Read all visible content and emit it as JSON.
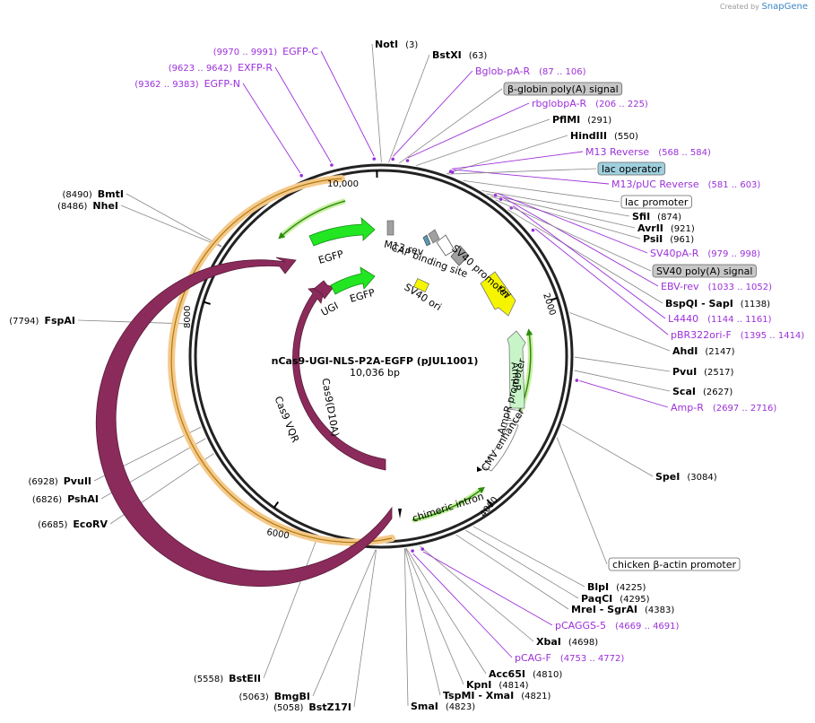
{
  "credit": {
    "prefix": "Created by",
    "brand": "SnapGene"
  },
  "plasmid": {
    "name": "nCas9-UGI-NLS-P2A-EGFP (pJUL1001)",
    "size_label": "10,036 bp",
    "length": 10036
  },
  "colors": {
    "cas9": "#8b2b5b",
    "egfp": "#22e622",
    "ori": "#f5f500",
    "ampr": "#c8f5c8",
    "primer": "#9b30d9",
    "grey": "#a0a0a0",
    "orange_band": "#f5c98a",
    "green_arrow": "#2e8b12"
  },
  "ticks": [
    {
      "label": "2000",
      "pos": 2000
    },
    {
      "label": "4000",
      "pos": 4000
    },
    {
      "label": "6000",
      "pos": 6000
    },
    {
      "label": "8000",
      "pos": 8000
    },
    {
      "label": "10,000",
      "pos": 10000
    }
  ],
  "enzymes": [
    {
      "name": "NotI",
      "pos_label": "(3)",
      "pos": 3
    },
    {
      "name": "BstXI",
      "pos_label": "(63)",
      "pos": 63
    },
    {
      "name": "PflMI",
      "pos_label": "(291)",
      "pos": 291
    },
    {
      "name": "HindIII",
      "pos_label": "(550)",
      "pos": 550
    },
    {
      "name": "SfiI",
      "pos_label": "(874)",
      "pos": 874
    },
    {
      "name": "AvrII",
      "pos_label": "(921)",
      "pos": 921
    },
    {
      "name": "PsiI",
      "pos_label": "(961)",
      "pos": 961
    },
    {
      "name": "BspQI - SapI",
      "pos_label": "(1138)",
      "pos": 1138
    },
    {
      "name": "AhdI",
      "pos_label": "(2147)",
      "pos": 2147
    },
    {
      "name": "PvuI",
      "pos_label": "(2517)",
      "pos": 2517
    },
    {
      "name": "ScaI",
      "pos_label": "(2627)",
      "pos": 2627
    },
    {
      "name": "SpeI",
      "pos_label": "(3084)",
      "pos": 3084
    },
    {
      "name": "BlpI",
      "pos_label": "(4225)",
      "pos": 4225
    },
    {
      "name": "PaqCI",
      "pos_label": "(4295)",
      "pos": 4295
    },
    {
      "name": "MreI - SgrAI",
      "pos_label": "(4383)",
      "pos": 4383
    },
    {
      "name": "XbaI",
      "pos_label": "(4698)",
      "pos": 4698
    },
    {
      "name": "Acc65I",
      "pos_label": "(4810)",
      "pos": 4810
    },
    {
      "name": "KpnI",
      "pos_label": "(4814)",
      "pos": 4814
    },
    {
      "name": "TspMI - XmaI",
      "pos_label": "(4821)",
      "pos": 4821
    },
    {
      "name": "SmaI",
      "pos_label": "(4823)",
      "pos": 4823
    },
    {
      "name": "BstZ17I",
      "pos_label": "(5058)",
      "pos": 5058
    },
    {
      "name": "BmgBI",
      "pos_label": "(5063)",
      "pos": 5063
    },
    {
      "name": "BstEII",
      "pos_label": "(5558)",
      "pos": 5558
    },
    {
      "name": "EcoRV",
      "pos_label": "(6685)",
      "pos": 6685
    },
    {
      "name": "PshAI",
      "pos_label": "(6826)",
      "pos": 6826
    },
    {
      "name": "PvuII",
      "pos_label": "(6928)",
      "pos": 6928
    },
    {
      "name": "FspAI",
      "pos_label": "(7794)",
      "pos": 7794
    },
    {
      "name": "NheI",
      "pos_label": "(8486)",
      "pos": 8486
    },
    {
      "name": "BmtI",
      "pos_label": "(8490)",
      "pos": 8490
    }
  ],
  "primers": [
    {
      "name": "EGFP-C",
      "range": "(9970 .. 9991)",
      "pos": 9980
    },
    {
      "name": "EXFP-R",
      "range": "(9623 .. 9642)",
      "pos": 9632
    },
    {
      "name": "EGFP-N",
      "range": "(9362 .. 9383)",
      "pos": 9372
    },
    {
      "name": "Bglob-pA-R",
      "range": "(87 .. 106)",
      "pos": 96
    },
    {
      "name": "rbglobpA-R",
      "range": "(206 .. 225)",
      "pos": 215
    },
    {
      "name": "M13 Reverse",
      "range": "(568 .. 584)",
      "pos": 576
    },
    {
      "name": "M13/pUC Reverse",
      "range": "(581 .. 603)",
      "pos": 592
    },
    {
      "name": "SV40pA-R",
      "range": "(979 .. 998)",
      "pos": 988
    },
    {
      "name": "EBV-rev",
      "range": "(1033 .. 1052)",
      "pos": 1042
    },
    {
      "name": "L4440",
      "range": "(1144 .. 1161)",
      "pos": 1152
    },
    {
      "name": "pBR322ori-F",
      "range": "(1395 .. 1414)",
      "pos": 1404
    },
    {
      "name": "Amp-R",
      "range": "(2697 .. 2716)",
      "pos": 2706
    },
    {
      "name": "pCAGGS-5",
      "range": "(4669 .. 4691)",
      "pos": 4680
    },
    {
      "name": "pCAG-F",
      "range": "(4753 .. 4772)",
      "pos": 4762
    }
  ],
  "boxed_features": [
    {
      "name": "β-globin poly(A) signal",
      "pos": 150,
      "style": "grey"
    },
    {
      "name": "lac operator",
      "pos": 560,
      "style": "blue"
    },
    {
      "name": "lac promoter",
      "pos": 700,
      "style": "white"
    },
    {
      "name": "SV40 poly(A) signal",
      "pos": 1010,
      "style": "grey"
    },
    {
      "name": "chicken β-actin promoter",
      "pos": 3200,
      "style": "white"
    }
  ],
  "features": [
    {
      "name": "EGFP",
      "kind": "egfp-outer"
    },
    {
      "name": "EGFP",
      "kind": "egfp-inner"
    },
    {
      "name": "UGI",
      "kind": "ugi"
    },
    {
      "name": "Cas9(D10A)",
      "kind": "cas9-inner"
    },
    {
      "name": "Cas9 VQR",
      "kind": "cas9-outer"
    },
    {
      "name": "M13 rev",
      "kind": "m13"
    },
    {
      "name": "CAP binding site",
      "kind": "cap"
    },
    {
      "name": "SV40 promoter",
      "kind": "sv40prom"
    },
    {
      "name": "SV40 ori",
      "kind": "sv40ori"
    },
    {
      "name": "ori",
      "kind": "ori"
    },
    {
      "name": "AmpR",
      "kind": "ampr"
    },
    {
      "name": "AmpR promoter",
      "kind": "amprprom"
    },
    {
      "name": "CMV enhancer",
      "kind": "cmv"
    },
    {
      "name": "chimeric intron",
      "kind": "intron"
    }
  ]
}
